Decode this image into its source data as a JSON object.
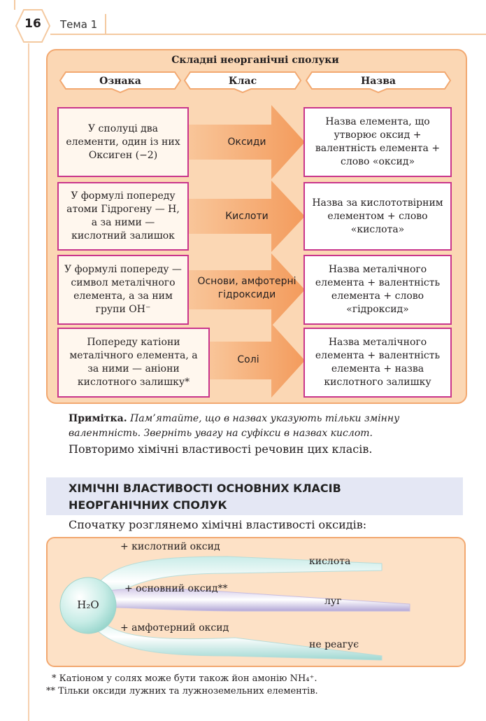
{
  "header": {
    "page_number": "16",
    "theme": "Тема 1"
  },
  "scheme": {
    "title": "Складні неорганічні сполуки",
    "columns": [
      "Ознака",
      "Клас",
      "Назва"
    ],
    "rows": [
      {
        "sign": "У сполуці два елементи, один із них Оксиген (−2)",
        "class": "Оксиди",
        "name": "Назва елемента, що утворює оксид + валентність елемента + слово «оксид»"
      },
      {
        "sign": "У формулі попереду атоми Гідрогену — Н, а за ними — кислотний залишок",
        "class": "Кислоти",
        "name": "Назва за кислототвірним елементом + слово «кислота»"
      },
      {
        "sign": "У формулі попереду — символ металічного елемента, а за ним групи ОН⁻",
        "class": "Основи, амфотерні гідроксиди",
        "name": "Назва металічного елемента + валентність елемента + слово «гідроксид»"
      },
      {
        "sign": "Попереду катіони металічного елемента, а за ними — аніони кислотного залишку*",
        "class": "Солі",
        "name": "Назва металічного елемента + валентність елемента + назва кислотного залишку"
      }
    ]
  },
  "note": {
    "label": "Примітка.",
    "text": "Пам’ятайте, що в назвах указують тільки змінну валентність. Зверніть увагу на суфікси в назвах кислот."
  },
  "repeat_text": "Повторимо хімічні властивості речовин цих класів.",
  "section": {
    "title_line1": "ХІМІЧНІ ВЛАСТИВОСТІ ОСНОВНИХ КЛАСІВ",
    "title_line2": "НЕОРГАНІЧНИХ СПОЛУК"
  },
  "intro_text": "Спочатку розглянемо хімічні властивості оксидів:",
  "reactions": {
    "center": "H₂O",
    "branches": [
      {
        "reagent": "+ кислотний оксид",
        "product": "кислота"
      },
      {
        "reagent": "+ основний оксид**",
        "product": "луг"
      },
      {
        "reagent": "+ амфотерний оксид",
        "product": "не реагує"
      }
    ]
  },
  "footnotes": [
    "* Катіоном у солях може бути також йон амонію NH₄⁺.",
    "** Тільки оксиди лужних та лужноземельних елементів."
  ],
  "colors": {
    "accent_orange": "#f2a870",
    "panel_fill": "#fbd7b4",
    "box_border": "#c9358c",
    "section_band": "#e4e7f4"
  }
}
